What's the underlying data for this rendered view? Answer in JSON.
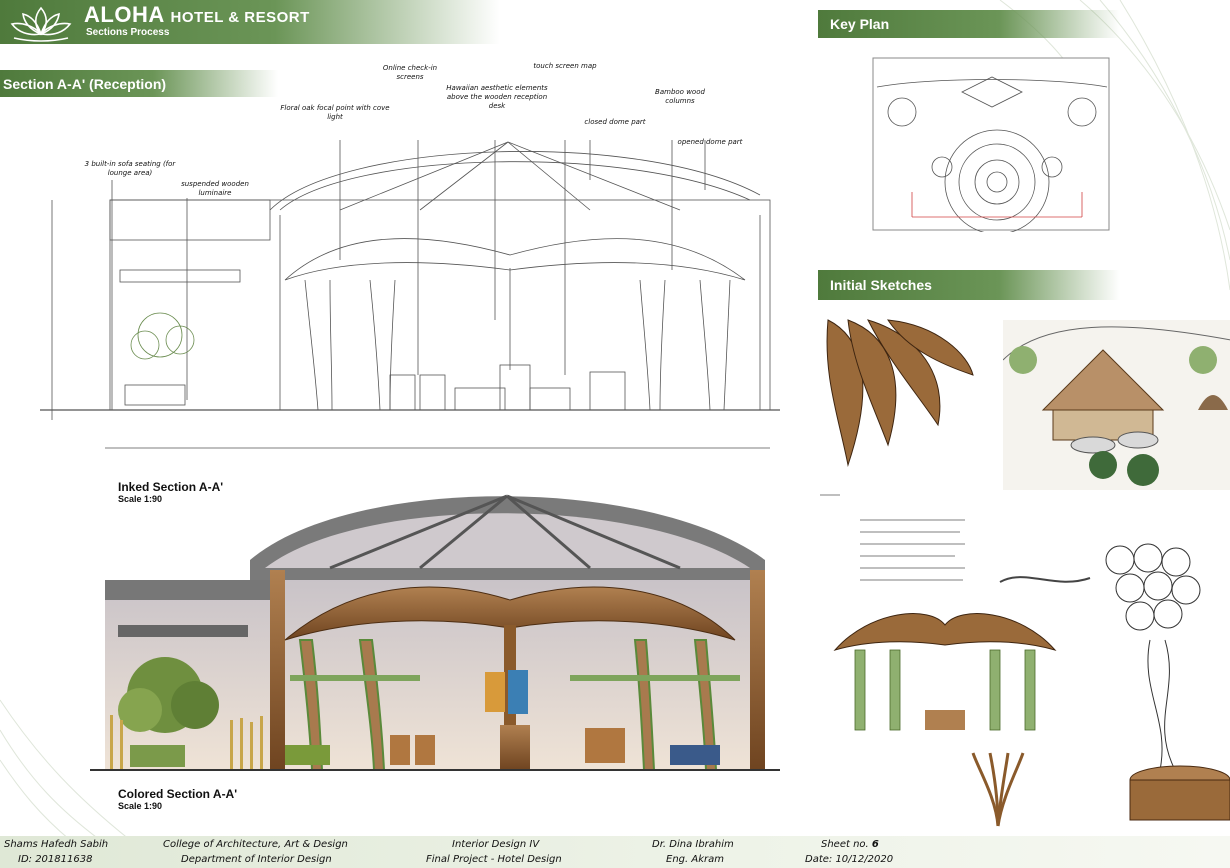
{
  "header": {
    "brand": "ALOHA",
    "brand_suffix": "HOTEL & RESORT",
    "subtitle": "Sections Process"
  },
  "section_title": "Section A-A' (Reception)",
  "key_plan_title": "Key Plan",
  "sketches_title": "Initial Sketches",
  "annotations": [
    "3 built-in sofa seating (for lounge area)",
    "suspended wooden luminaire",
    "Floral oak focal point with cove light",
    "Online check-in screens",
    "Hawaiian aesthetic elements above the wooden reception desk",
    "touch screen map",
    "closed dome part",
    "Bamboo wood columns",
    "opened dome part"
  ],
  "inked_section": {
    "title": "Inked Section A-A'",
    "scale": "Scale 1:90"
  },
  "colored_section": {
    "title": "Colored Section A-A'",
    "scale": "Scale 1:90"
  },
  "footer": {
    "student_name": "Shams Hafedh Sabih",
    "student_id": "ID: 201811638",
    "college": "College of Architecture, Art & Design",
    "department": "Department of Interior Design",
    "course": "Interior Design IV",
    "project": "Final Project - Hotel Design",
    "instructor": "Dr. Dina Ibrahim",
    "assistant": "Eng. Akram",
    "sheet_label": "Sheet no.",
    "sheet_no": "6",
    "date": "Date: 10/12/2020"
  },
  "colors": {
    "accent_green": "#5b8646",
    "wood": "#8a5a2b",
    "dome_grey": "#6e6e6e"
  }
}
